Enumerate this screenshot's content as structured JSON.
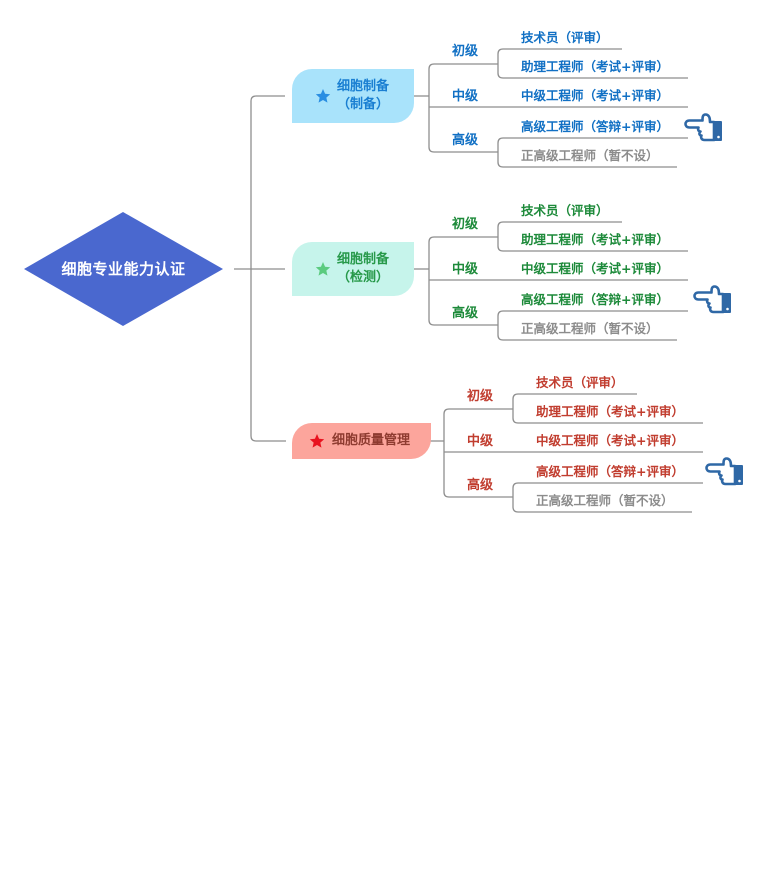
{
  "root": {
    "title": "细胞专业能力认证",
    "color": "#4a68cf"
  },
  "branches": [
    {
      "title_line1": "细胞制备",
      "title_line2": "（制备）",
      "icon": "star-icon",
      "colors": {
        "box_bg": "#a9e3fb",
        "box_text": "#1a7fd2",
        "star": "#2a8ee2",
        "text": "#1170c4"
      },
      "levels": [
        {
          "label": "初级",
          "items": [
            {
              "text": "技术员（评审）",
              "muted": false
            },
            {
              "text": "助理工程师（考试+评审）",
              "muted": false
            }
          ]
        },
        {
          "label": "中级",
          "items": [
            {
              "text": "中级工程师（考试+评审）",
              "muted": false
            }
          ]
        },
        {
          "label": "高级",
          "items": [
            {
              "text": "高级工程师（答辩+评审）",
              "muted": false,
              "pointer": "pointing-hand-icon"
            },
            {
              "text": "正高级工程师（暂不设）",
              "muted": true
            }
          ]
        }
      ]
    },
    {
      "title_line1": "细胞制备",
      "title_line2": "（检测）",
      "icon": "star-icon",
      "colors": {
        "box_bg": "#c6f4eb",
        "box_text": "#27994a",
        "star": "#5bcb7f",
        "text": "#1d8a3a"
      },
      "levels": [
        {
          "label": "初级",
          "items": [
            {
              "text": "技术员（评审）",
              "muted": false
            },
            {
              "text": "助理工程师（考试+评审）",
              "muted": false
            }
          ]
        },
        {
          "label": "中级",
          "items": [
            {
              "text": "中级工程师（考试+评审）",
              "muted": false
            }
          ]
        },
        {
          "label": "高级",
          "items": [
            {
              "text": "高级工程师（答辩+评审）",
              "muted": false,
              "pointer": "pointing-hand-icon"
            },
            {
              "text": "正高级工程师（暂不设）",
              "muted": true
            }
          ]
        }
      ]
    },
    {
      "title_line1": "细胞质量管理",
      "icon": "star-icon",
      "colors": {
        "box_bg": "#fca59c",
        "box_text": "#8e3b30",
        "star": "#e8131f",
        "text": "#c13d2f"
      },
      "levels": [
        {
          "label": "初级",
          "items": [
            {
              "text": "技术员（评审）",
              "muted": false
            },
            {
              "text": "助理工程师（考试+评审）",
              "muted": false
            }
          ]
        },
        {
          "label": "中级",
          "items": [
            {
              "text": "中级工程师（考试+评审）",
              "muted": false
            }
          ]
        },
        {
          "label": "高级",
          "items": [
            {
              "text": "高级工程师（答辩+评审）",
              "muted": false,
              "pointer": "pointing-hand-icon"
            },
            {
              "text": "正高级工程师（暂不设）",
              "muted": true
            }
          ]
        }
      ]
    }
  ],
  "pointer_color": "#2f68a6"
}
